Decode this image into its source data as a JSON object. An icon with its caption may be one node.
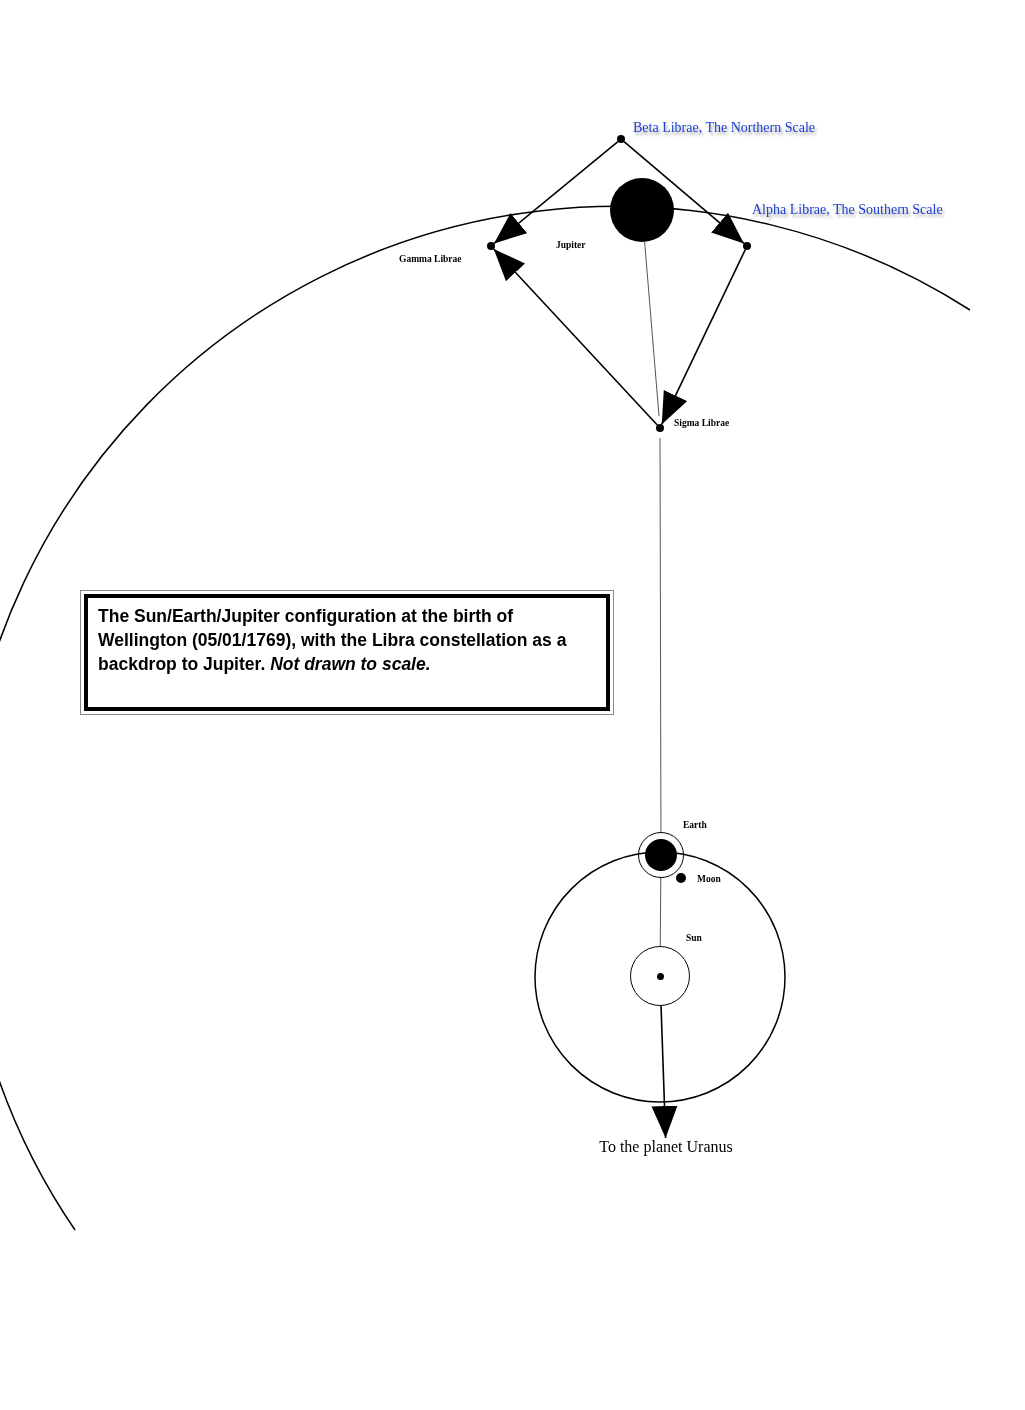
{
  "diagram": {
    "nodes": [
      {
        "text": [],
        "shape": "circle",
        "beside": [
          "Beta Librae, The Northern Scale"
        ]
      },
      {
        "text": [],
        "shape": "circle",
        "beside": [
          "Jupiter"
        ]
      },
      {
        "text": [],
        "shape": "circle",
        "beside": [
          "Gamma Librae"
        ]
      },
      {
        "text": [],
        "shape": "circle",
        "beside": [
          "Alpha Librae, The Southern Scale"
        ]
      },
      {
        "text": [],
        "shape": "circle",
        "beside": [
          "Sigma Librae"
        ]
      },
      {
        "text": [
          "The Sun/Earth/Jupiter configuration at the birth of Wellington (05/01/1769), with the Libra constellation as a backdrop to Jupiter.  *Not drawn to scale.*"
        ]
      },
      {
        "text": [],
        "shape": "circle",
        "beside": [
          "Earth"
        ]
      },
      {
        "text": [],
        "shape": "circle",
        "beside": [
          "Moon"
        ]
      },
      {
        "text": [],
        "shape": "circle",
        "beside": [
          "Sun"
        ]
      },
      {
        "text": [
          "To the planet Uranus"
        ]
      }
    ],
    "edges": [
      {
        "from": 0,
        "to": 2,
        "arrow": "to"
      },
      {
        "from": 0,
        "to": 3,
        "arrow": "to"
      },
      {
        "from": 3,
        "to": 4,
        "arrow": "to"
      },
      {
        "from": 4,
        "to": 2,
        "arrow": "to"
      },
      {
        "from": 1,
        "to": 4,
        "arrow": "none"
      },
      {
        "from": 4,
        "to": 6,
        "arrow": "none"
      },
      {
        "from": 6,
        "to": 8,
        "arrow": "none"
      },
      {
        "from": 8,
        "to": 9,
        "arrow": "to"
      }
    ]
  }
}
